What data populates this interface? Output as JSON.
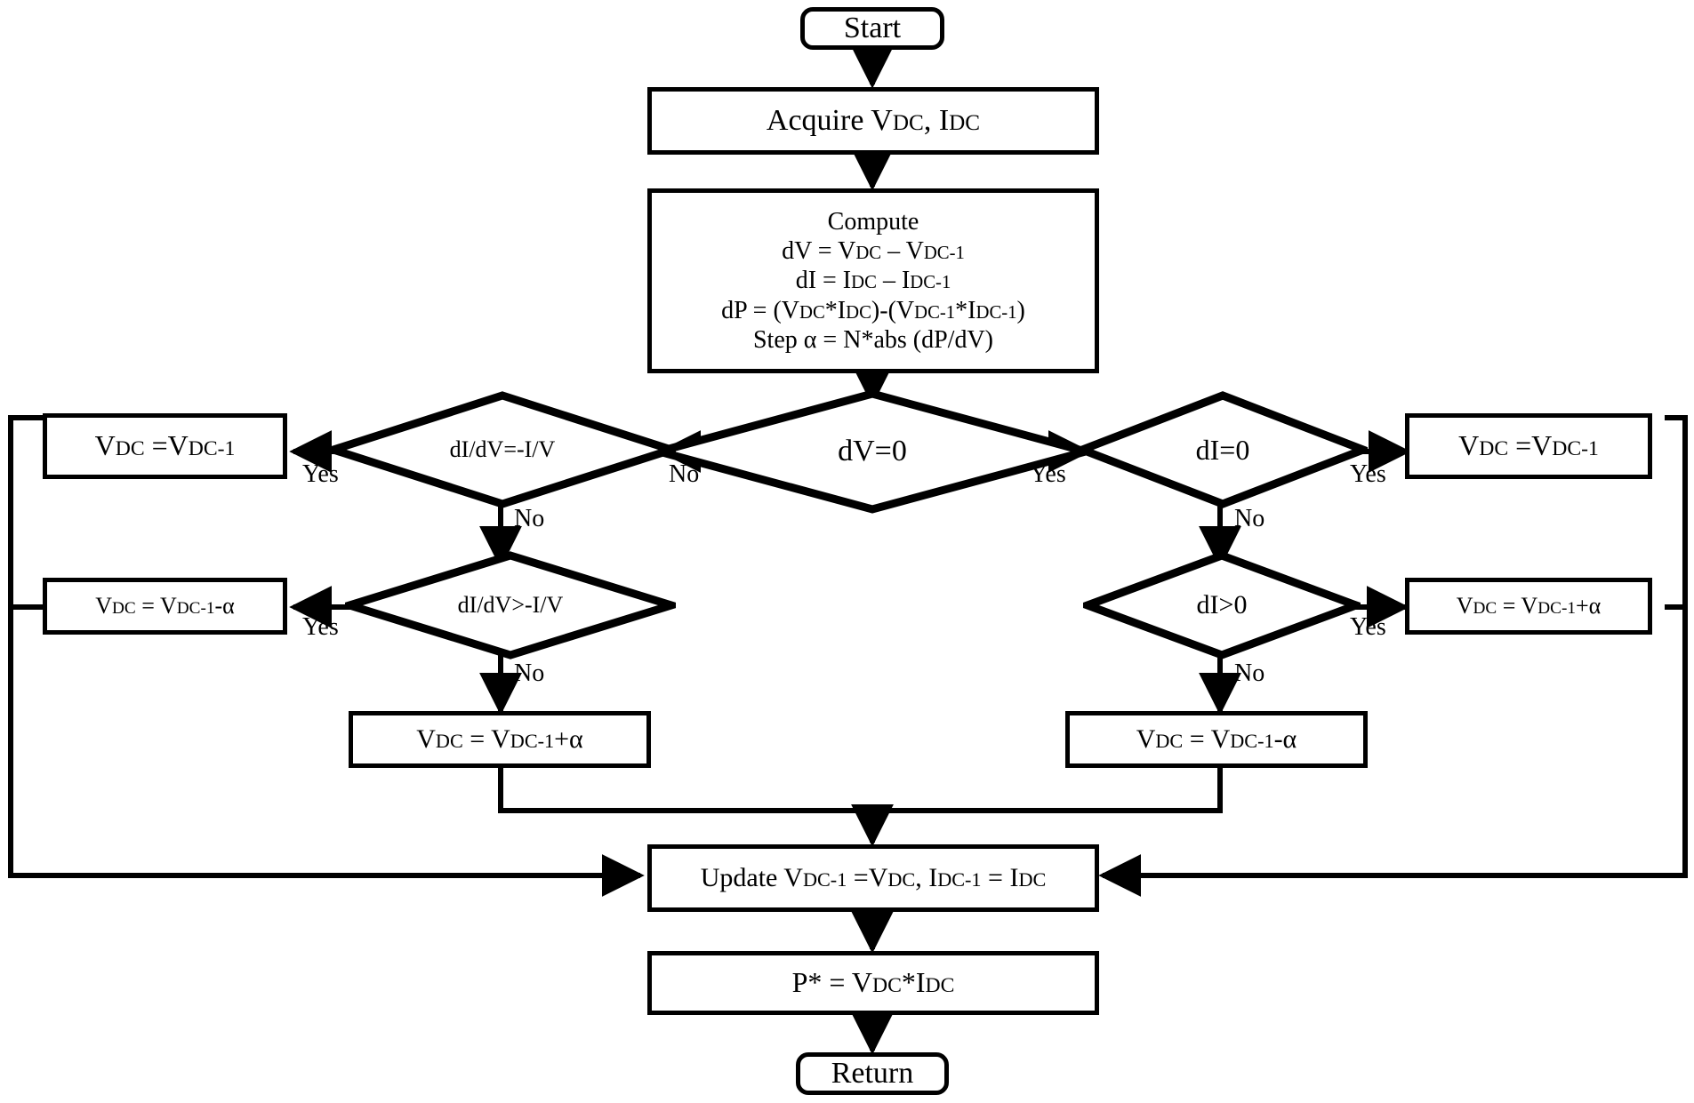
{
  "diagram": {
    "title": "Incremental Conductance MPPT with variable step size",
    "type": "flowchart",
    "stroke_color": "#000000",
    "background_color": "#ffffff"
  },
  "nodes": {
    "start": {
      "label": "Start",
      "shape": "terminator"
    },
    "acquire": {
      "label": "Acquire VDC, IDC",
      "shape": "process"
    },
    "compute": {
      "shape": "process",
      "line1": "Compute",
      "line2": "dV = VDC – VDC-1",
      "line3": "dI = IDC – IDC-1",
      "line4": "dP = (VDC*IDC)-(VDC-1*IDC-1)",
      "line5": "Step α = N*abs (dP/dV)"
    },
    "dv_zero": {
      "label": "dV=0",
      "shape": "decision"
    },
    "di_dv_eq": {
      "label": "dI/dV=-I/V",
      "shape": "decision"
    },
    "di_dv_gt": {
      "label": "dI/dV>-I/V",
      "shape": "decision"
    },
    "di_zero": {
      "label": "dI=0",
      "shape": "decision"
    },
    "di_gt": {
      "label": "dI>0",
      "shape": "decision"
    },
    "left_hold": {
      "label": "VDC =VDC-1",
      "shape": "process"
    },
    "left_minus": {
      "label": "VDC = VDC-1-α",
      "shape": "process"
    },
    "left_plus": {
      "label": "VDC = VDC-1+α",
      "shape": "process"
    },
    "right_hold": {
      "label": "VDC =VDC-1",
      "shape": "process"
    },
    "right_plus": {
      "label": "VDC = VDC-1+α",
      "shape": "process"
    },
    "right_minus": {
      "label": "VDC = VDC-1-α",
      "shape": "process"
    },
    "update": {
      "label": "Update VDC-1 =VDC, IDC-1 = IDC",
      "shape": "process"
    },
    "power": {
      "label": "P* = VDC*IDC",
      "shape": "process"
    },
    "return": {
      "label": "Return",
      "shape": "terminator"
    }
  },
  "edge_labels": {
    "dv_no": "No",
    "dv_yes": "Yes",
    "eq_yes": "Yes",
    "eq_no": "No",
    "gt_yes": "Yes",
    "gt_no": "No",
    "di_zero_yes": "Yes",
    "di_zero_no": "No",
    "di_gt_yes": "Yes",
    "di_gt_no": "No"
  }
}
